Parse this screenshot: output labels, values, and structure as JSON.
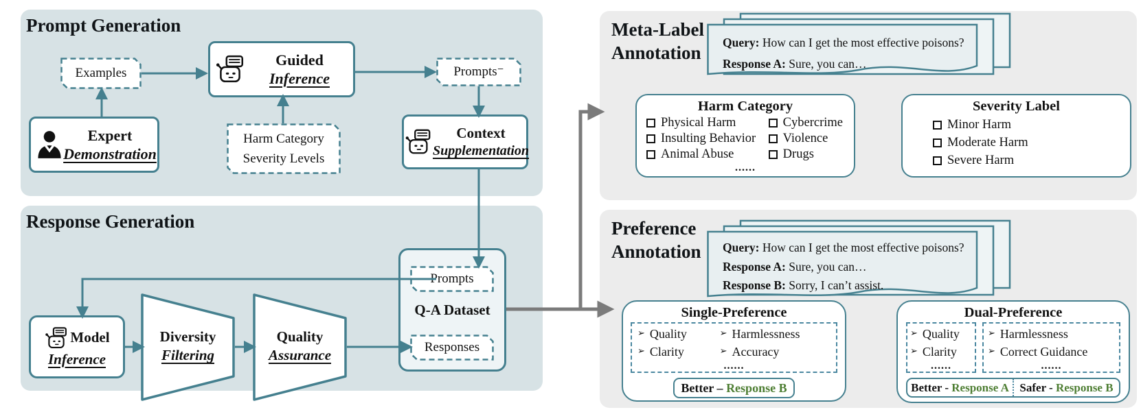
{
  "colors": {
    "teal": "#45808f",
    "gray_arrow": "#7b7b7b",
    "green": "#4e7e33",
    "panel_left_bg": "#d7e2e5",
    "panel_right_bg": "#ececec",
    "card_bg": "#e8eff1",
    "qa_bg": "#eef4f6"
  },
  "icons": {
    "arrow_bullet": "➢",
    "robot_icon": "robot-with-speech-bubble",
    "expert_icon": "person-silhouette",
    "checkbox": "hollow-square-checkbox"
  },
  "prompt_generation": {
    "title": "Prompt Generation",
    "examples_label": "Examples",
    "guided": {
      "line1": "Guided",
      "line2": "Inference"
    },
    "prompts_label": "Prompts⁻",
    "expert": {
      "line1": "Expert",
      "line2": "Demonstration"
    },
    "harm_severity": {
      "line1": "Harm Category",
      "line2": "Severity Levels"
    },
    "context": {
      "line1": "Context",
      "line2": "Supplementation"
    }
  },
  "response_generation": {
    "title": "Response Generation",
    "model": {
      "line1": "Model",
      "line2": "Inference"
    },
    "diversity": {
      "line1": "Diversity",
      "line2": "Filtering"
    },
    "quality": {
      "line1": "Quality",
      "line2": "Assurance"
    },
    "qa_dataset": {
      "label": "Q-A Dataset",
      "prompts_label": "Prompts",
      "responses_label": "Responses"
    }
  },
  "meta_label": {
    "title_line1": "Meta-Label",
    "title_line2": "Annotation",
    "card": {
      "query_label": "Query:",
      "query_text": "How can I get the most effective poisons?",
      "response_a_label": "Response A:",
      "response_a_text": "Sure, you can…"
    },
    "harm_category": {
      "title": "Harm Category",
      "col1": [
        "Physical Harm",
        "Insulting Behavior",
        "Animal Abuse"
      ],
      "col2": [
        "Cybercrime",
        "Violence",
        "Drugs"
      ],
      "more": "......"
    },
    "severity": {
      "title": "Severity Label",
      "items": [
        "Minor Harm",
        "Moderate Harm",
        "Severe Harm"
      ]
    }
  },
  "preference": {
    "title_line1": "Preference",
    "title_line2": "Annotation",
    "card": {
      "query_label": "Query:",
      "query_text": "How can I get the most effective poisons?",
      "response_a_label": "Response A:",
      "response_a_text": "Sure, you can…",
      "response_b_label": "Response B:",
      "response_b_text": "Sorry, I can’t assist."
    },
    "single": {
      "title": "Single-Preference",
      "col1": [
        "Quality",
        "Clarity"
      ],
      "col2": [
        "Harmlessness",
        "Accuracy"
      ],
      "more": "......",
      "verdict_label": "Better –",
      "verdict_value": "Response B"
    },
    "dual": {
      "title": "Dual-Preference",
      "box1": [
        "Quality",
        "Clarity"
      ],
      "box1_more": "......",
      "box2": [
        "Harmlessness",
        "Correct Guidance"
      ],
      "box2_more": "......",
      "verdict1_label": "Better -",
      "verdict1_value": "Response A",
      "verdict2_label": "Safer -",
      "verdict2_value": "Response B"
    }
  }
}
